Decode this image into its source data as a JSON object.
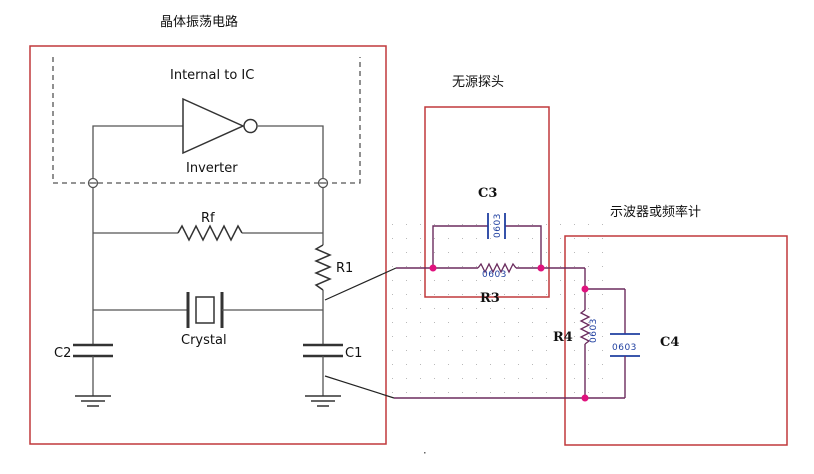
{
  "title_osc": "晶体振荡电路",
  "title_probe": "无源探头",
  "title_scope": "示波器或频率计",
  "label_internal": "Internal to IC",
  "label_inverter": "Inverter",
  "label_rf": "Rf",
  "label_r1": "R1",
  "label_crystal": "Crystal",
  "label_c2": "C2",
  "label_c1": "C1",
  "label_c3": "C3",
  "label_r3": "R3",
  "label_r4": "R4",
  "label_c4": "C4",
  "pkg_c3": "0603",
  "pkg_r3": "0603",
  "pkg_r4": "0603",
  "pkg_c4": "0603",
  "colors": {
    "frame_red": "#c0393b",
    "wire_gray": "#555555",
    "wire_purple": "#6b2c5e",
    "junction": "#e0127e",
    "package_blue": "#1f3fa0"
  }
}
